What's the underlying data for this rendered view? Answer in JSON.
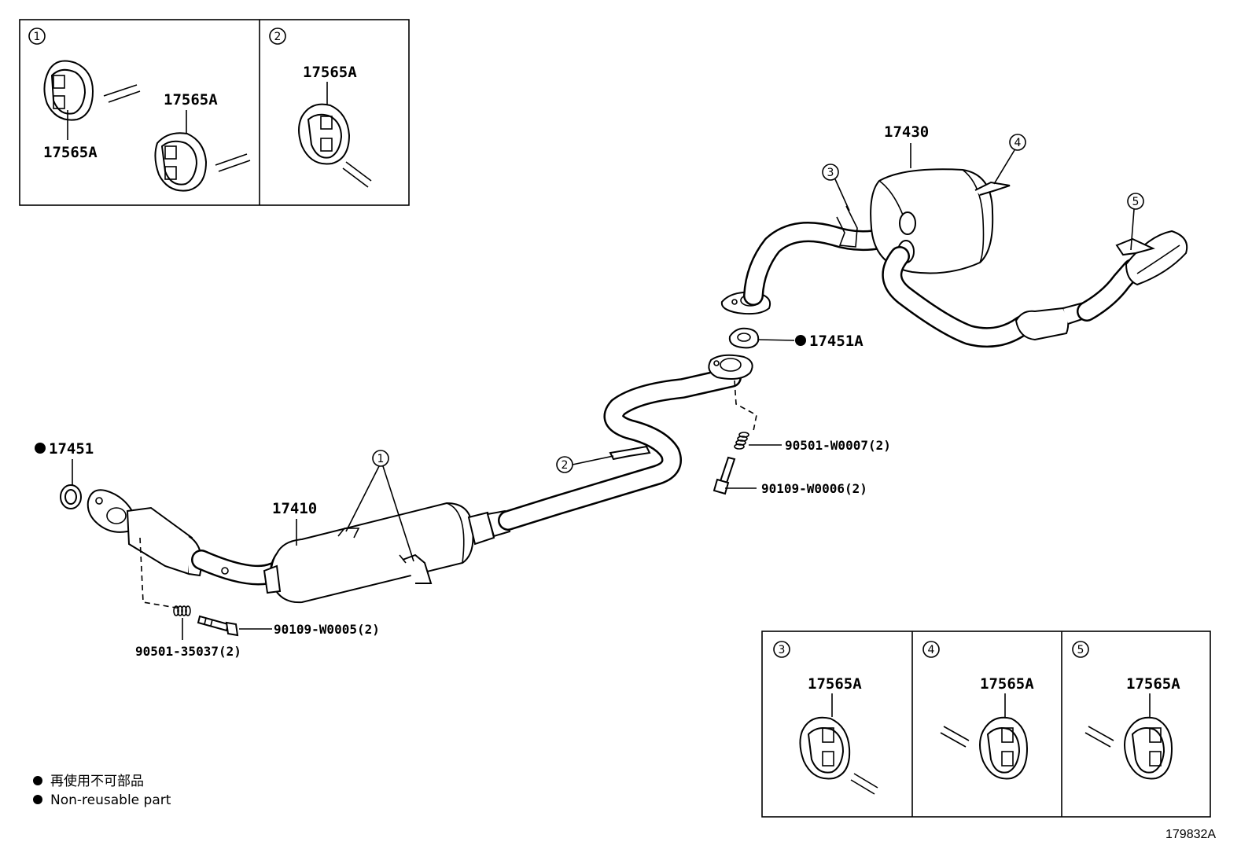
{
  "callouts": {
    "c1": "1",
    "c2": "2",
    "c3": "3",
    "c4": "4",
    "c5": "5"
  },
  "parts": {
    "gasket_front": "17451",
    "gasket_center": "17451A",
    "front_pipe": "17410",
    "tail_pipe": "17430",
    "bushing": "17565A",
    "bolt_front": "90109-W0005(2)",
    "spring_front": "90501-35037(2)",
    "spring_center": "90501-W0007(2)",
    "bolt_center": "90109-W0006(2)"
  },
  "legend": {
    "line_ja": "再使用不可部品",
    "line_en": "Non-reusable part"
  },
  "figure_id": "179832A"
}
